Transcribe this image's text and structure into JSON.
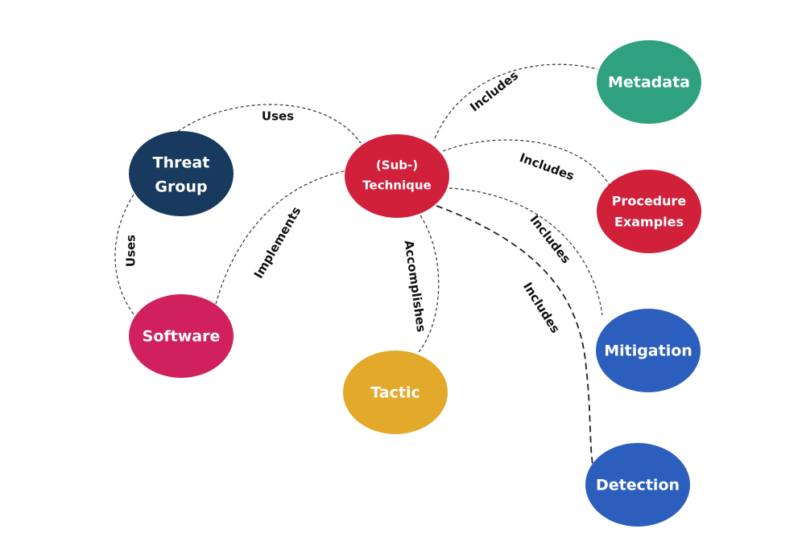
{
  "nodes": {
    "technique": {
      "line1": "(Sub-)",
      "line2": "Technique",
      "color": "#d0203a"
    },
    "threat_group": {
      "line1": "Threat",
      "line2": "Group",
      "color": "#173a5e"
    },
    "software": {
      "label": "Software",
      "color": "#d0205e"
    },
    "tactic": {
      "label": "Tactic",
      "color": "#e3a92a"
    },
    "metadata": {
      "label": "Metadata",
      "color": "#2fa17f"
    },
    "procedure_examples": {
      "line1": "Procedure",
      "line2": "Examples",
      "color": "#d0203a"
    },
    "mitigation": {
      "label": "Mitigation",
      "color": "#2c5fbd"
    },
    "detection": {
      "label": "Detection",
      "color": "#2c5fbd"
    }
  },
  "edges": {
    "uses_top": "Uses",
    "uses_left": "Uses",
    "implements": "Implements",
    "accomplishes": "Accomplishes",
    "includes_metadata": "Includes",
    "includes_procedure": "Includes",
    "includes_mitigation": "Includes",
    "includes_detection": "Includes"
  }
}
